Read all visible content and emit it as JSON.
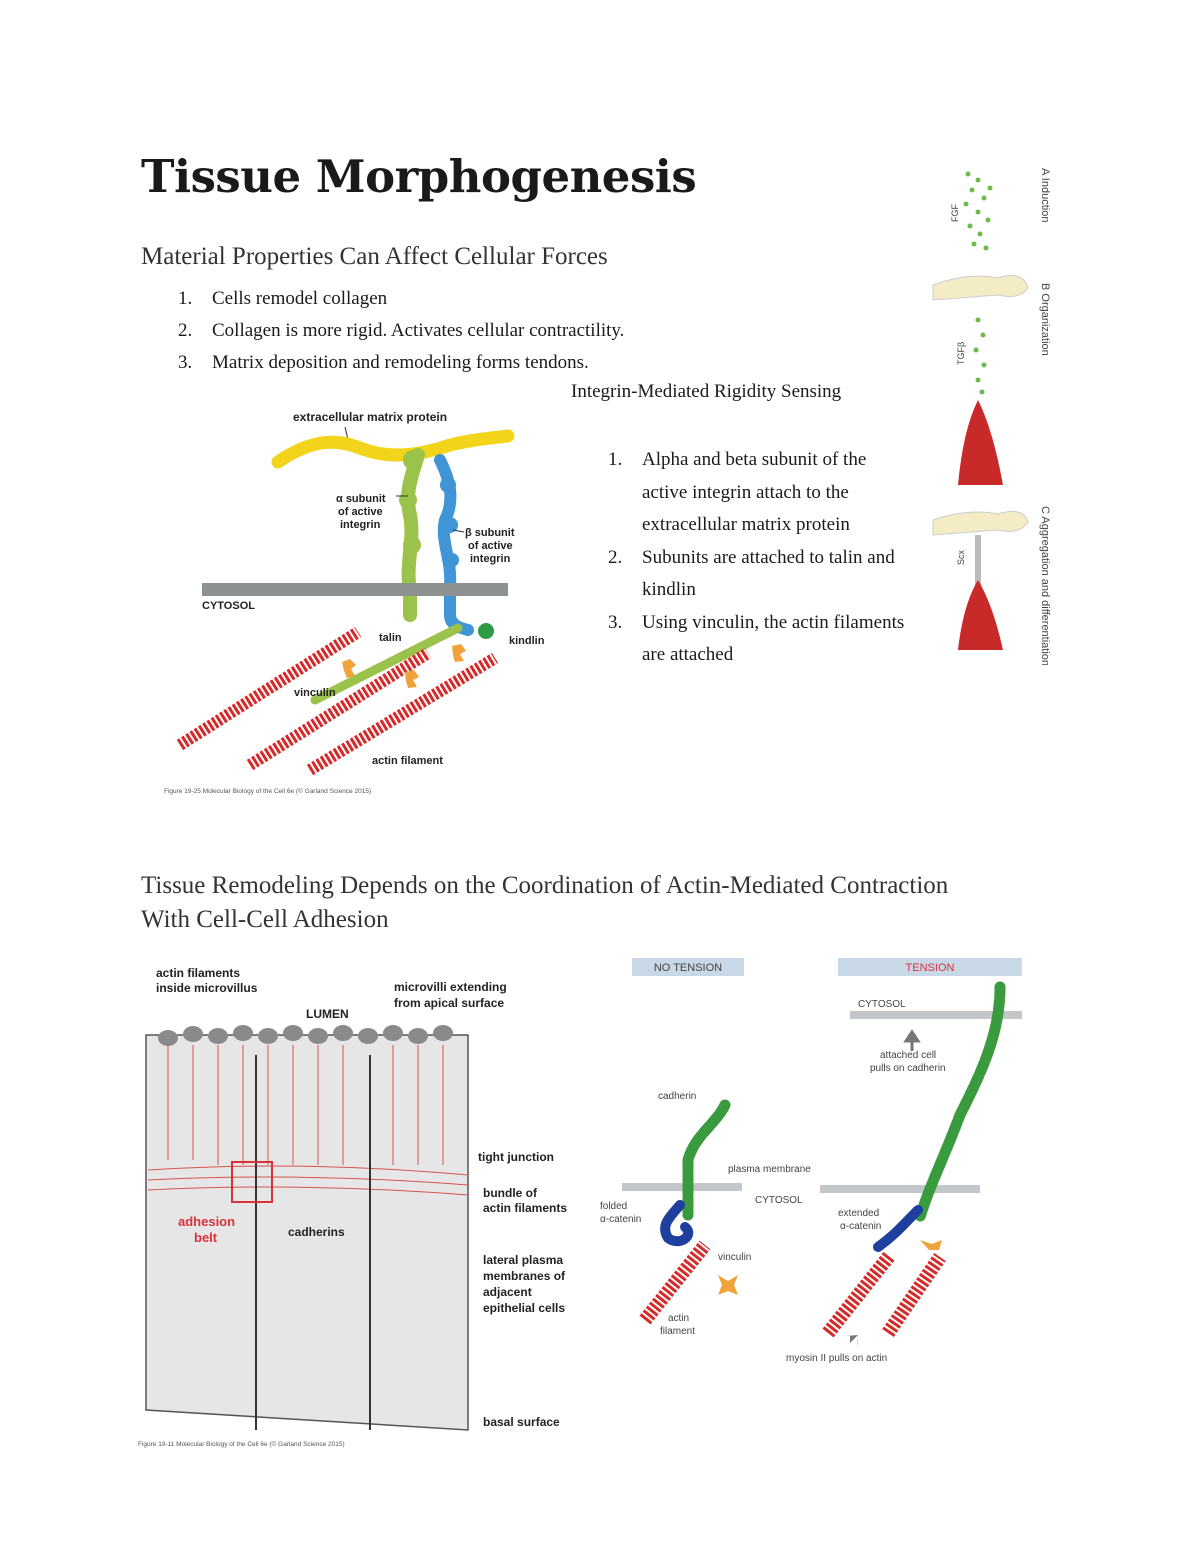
{
  "title": "Tissue Morphogenesis",
  "section1": {
    "heading": "Material Properties Can Affect Cellular Forces",
    "items": [
      {
        "num": "1.",
        "text": "Cells remodel collagen"
      },
      {
        "num": "2.",
        "text": "Collagen is more rigid. Activates cellular contractility."
      },
      {
        "num": "3.",
        "text": "Matrix deposition and remodeling forms tendons."
      }
    ]
  },
  "integrin": {
    "subheading": "Integrin-Mediated Rigidity Sensing",
    "items": [
      {
        "num": "1.",
        "text": "Alpha and beta subunit of the active integrin attach to the extracellular matrix protein"
      },
      {
        "num": "2.",
        "text": "Subunits are attached to talin and kindlin"
      },
      {
        "num": "3.",
        "text": "Using vinculin, the actin filaments are attached"
      }
    ]
  },
  "figure1": {
    "labels": {
      "ecm": "extracellular matrix protein",
      "alpha1": "α subunit",
      "alpha2": "of active",
      "alpha3": "integrin",
      "beta1": "β subunit",
      "beta2": "of active",
      "beta3": "integrin",
      "cytosol": "CYTOSOL",
      "talin": "talin",
      "kindlin": "kindlin",
      "vinculin": "vinculin",
      "actin": "actin filament"
    },
    "caption": "Figure 19-25 Molecular Biology of the Cell 6e (© Garland Science 2015)"
  },
  "side_figure": {
    "panelA": "A  Induction",
    "panelB": "B  Organization",
    "panelC": "C  Aggregation and differentiation",
    "fgf": "FGF",
    "tgfb": "TGFβ",
    "scx": "Scx"
  },
  "section2": {
    "heading_line1": "Tissue Remodeling Depends on the Coordination of Actin-Mediated Contraction",
    "heading_line2": "With Cell-Cell Adhesion"
  },
  "figure2": {
    "labels": {
      "actin_micro1": "actin filaments",
      "actin_micro2": "inside microvillus",
      "lumen": "LUMEN",
      "microvilli1": "microvilli extending",
      "microvilli2": "from apical surface",
      "tight": "tight junction",
      "bundle1": "bundle of",
      "bundle2": "actin filaments",
      "adhesion1": "adhesion",
      "adhesion2": "belt",
      "cadherins": "cadherins",
      "lateral1": "lateral plasma",
      "lateral2": "membranes of",
      "lateral3": "adjacent",
      "lateral4": "epithelial cells",
      "basal": "basal surface"
    },
    "caption": "Figure 19-11 Molecular Biology of the Cell 6e (© Garland Science 2015)"
  },
  "figure3": {
    "labels": {
      "no_tension": "NO TENSION",
      "tension": "TENSION",
      "cytosol_top": "CYTOSOL",
      "attached1": "attached cell",
      "attached2": "pulls on cadherin",
      "cadherin": "cadherin",
      "plasma": "plasma membrane",
      "cytosol_mid": "CYTOSOL",
      "folded1": "folded",
      "folded2": "α-catenin",
      "extended1": "extended",
      "extended2": "α-catenin",
      "vinculin": "vinculin",
      "actin1": "actin",
      "actin2": "filament",
      "myosin": "myosin II pulls on actin"
    }
  },
  "colors": {
    "integrin_alpha": "#9bc24a",
    "integrin_beta": "#3f95d6",
    "ecm": "#f2d51a",
    "actin": "#d62a2a",
    "vinculin": "#f0a33a",
    "cadherin": "#3a9a3e",
    "catenin": "#1f3f9e",
    "band_bg": "#c9d8e6",
    "tension_text": "#d8333a"
  }
}
